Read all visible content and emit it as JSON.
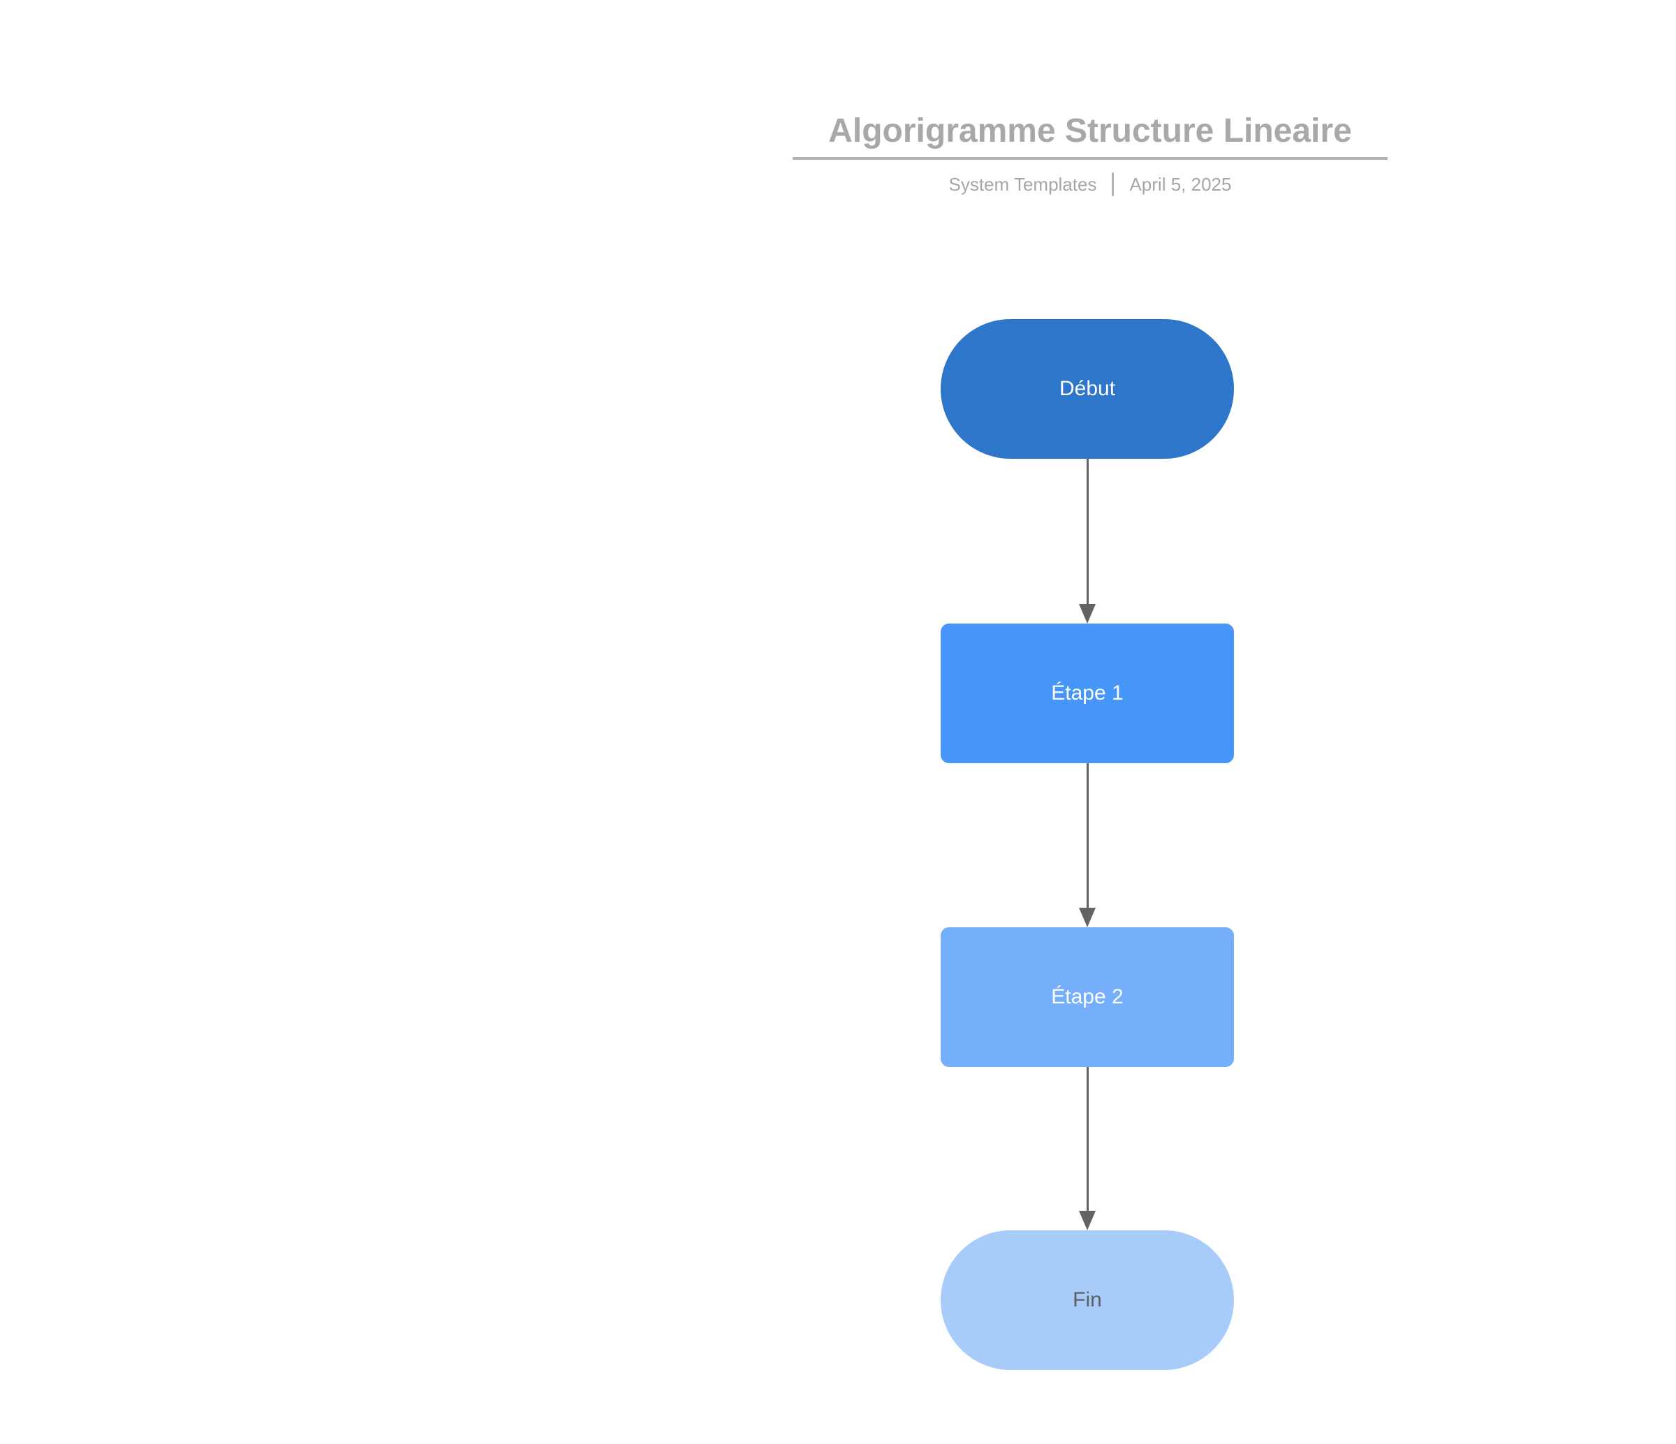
{
  "header": {
    "title": "Algorigramme Structure Lineaire",
    "author": "System Templates",
    "date": "April 5, 2025"
  },
  "diagram": {
    "nodes": [
      {
        "id": "start",
        "label": "Début",
        "type": "terminator",
        "fill": "#2e76c9",
        "text_color": "#ffffff"
      },
      {
        "id": "step1",
        "label": "Étape 1",
        "type": "process",
        "fill": "#4695f8",
        "text_color": "#ffffff"
      },
      {
        "id": "step2",
        "label": "Étape 2",
        "type": "process",
        "fill": "#75aefa",
        "text_color": "#ffffff"
      },
      {
        "id": "end",
        "label": "Fin",
        "type": "terminator",
        "fill": "#a8ccf9",
        "text_color": "#5c6066"
      }
    ],
    "connectors": [
      {
        "from": "start",
        "to": "step1"
      },
      {
        "from": "step1",
        "to": "step2"
      },
      {
        "from": "step2",
        "to": "end"
      }
    ],
    "arrow_color": "#636363"
  },
  "colors": {
    "background": "#ffffff",
    "title_text": "#a8a8a8",
    "rule": "#b3b3b3",
    "subtitle_text": "#a6a6a6"
  }
}
